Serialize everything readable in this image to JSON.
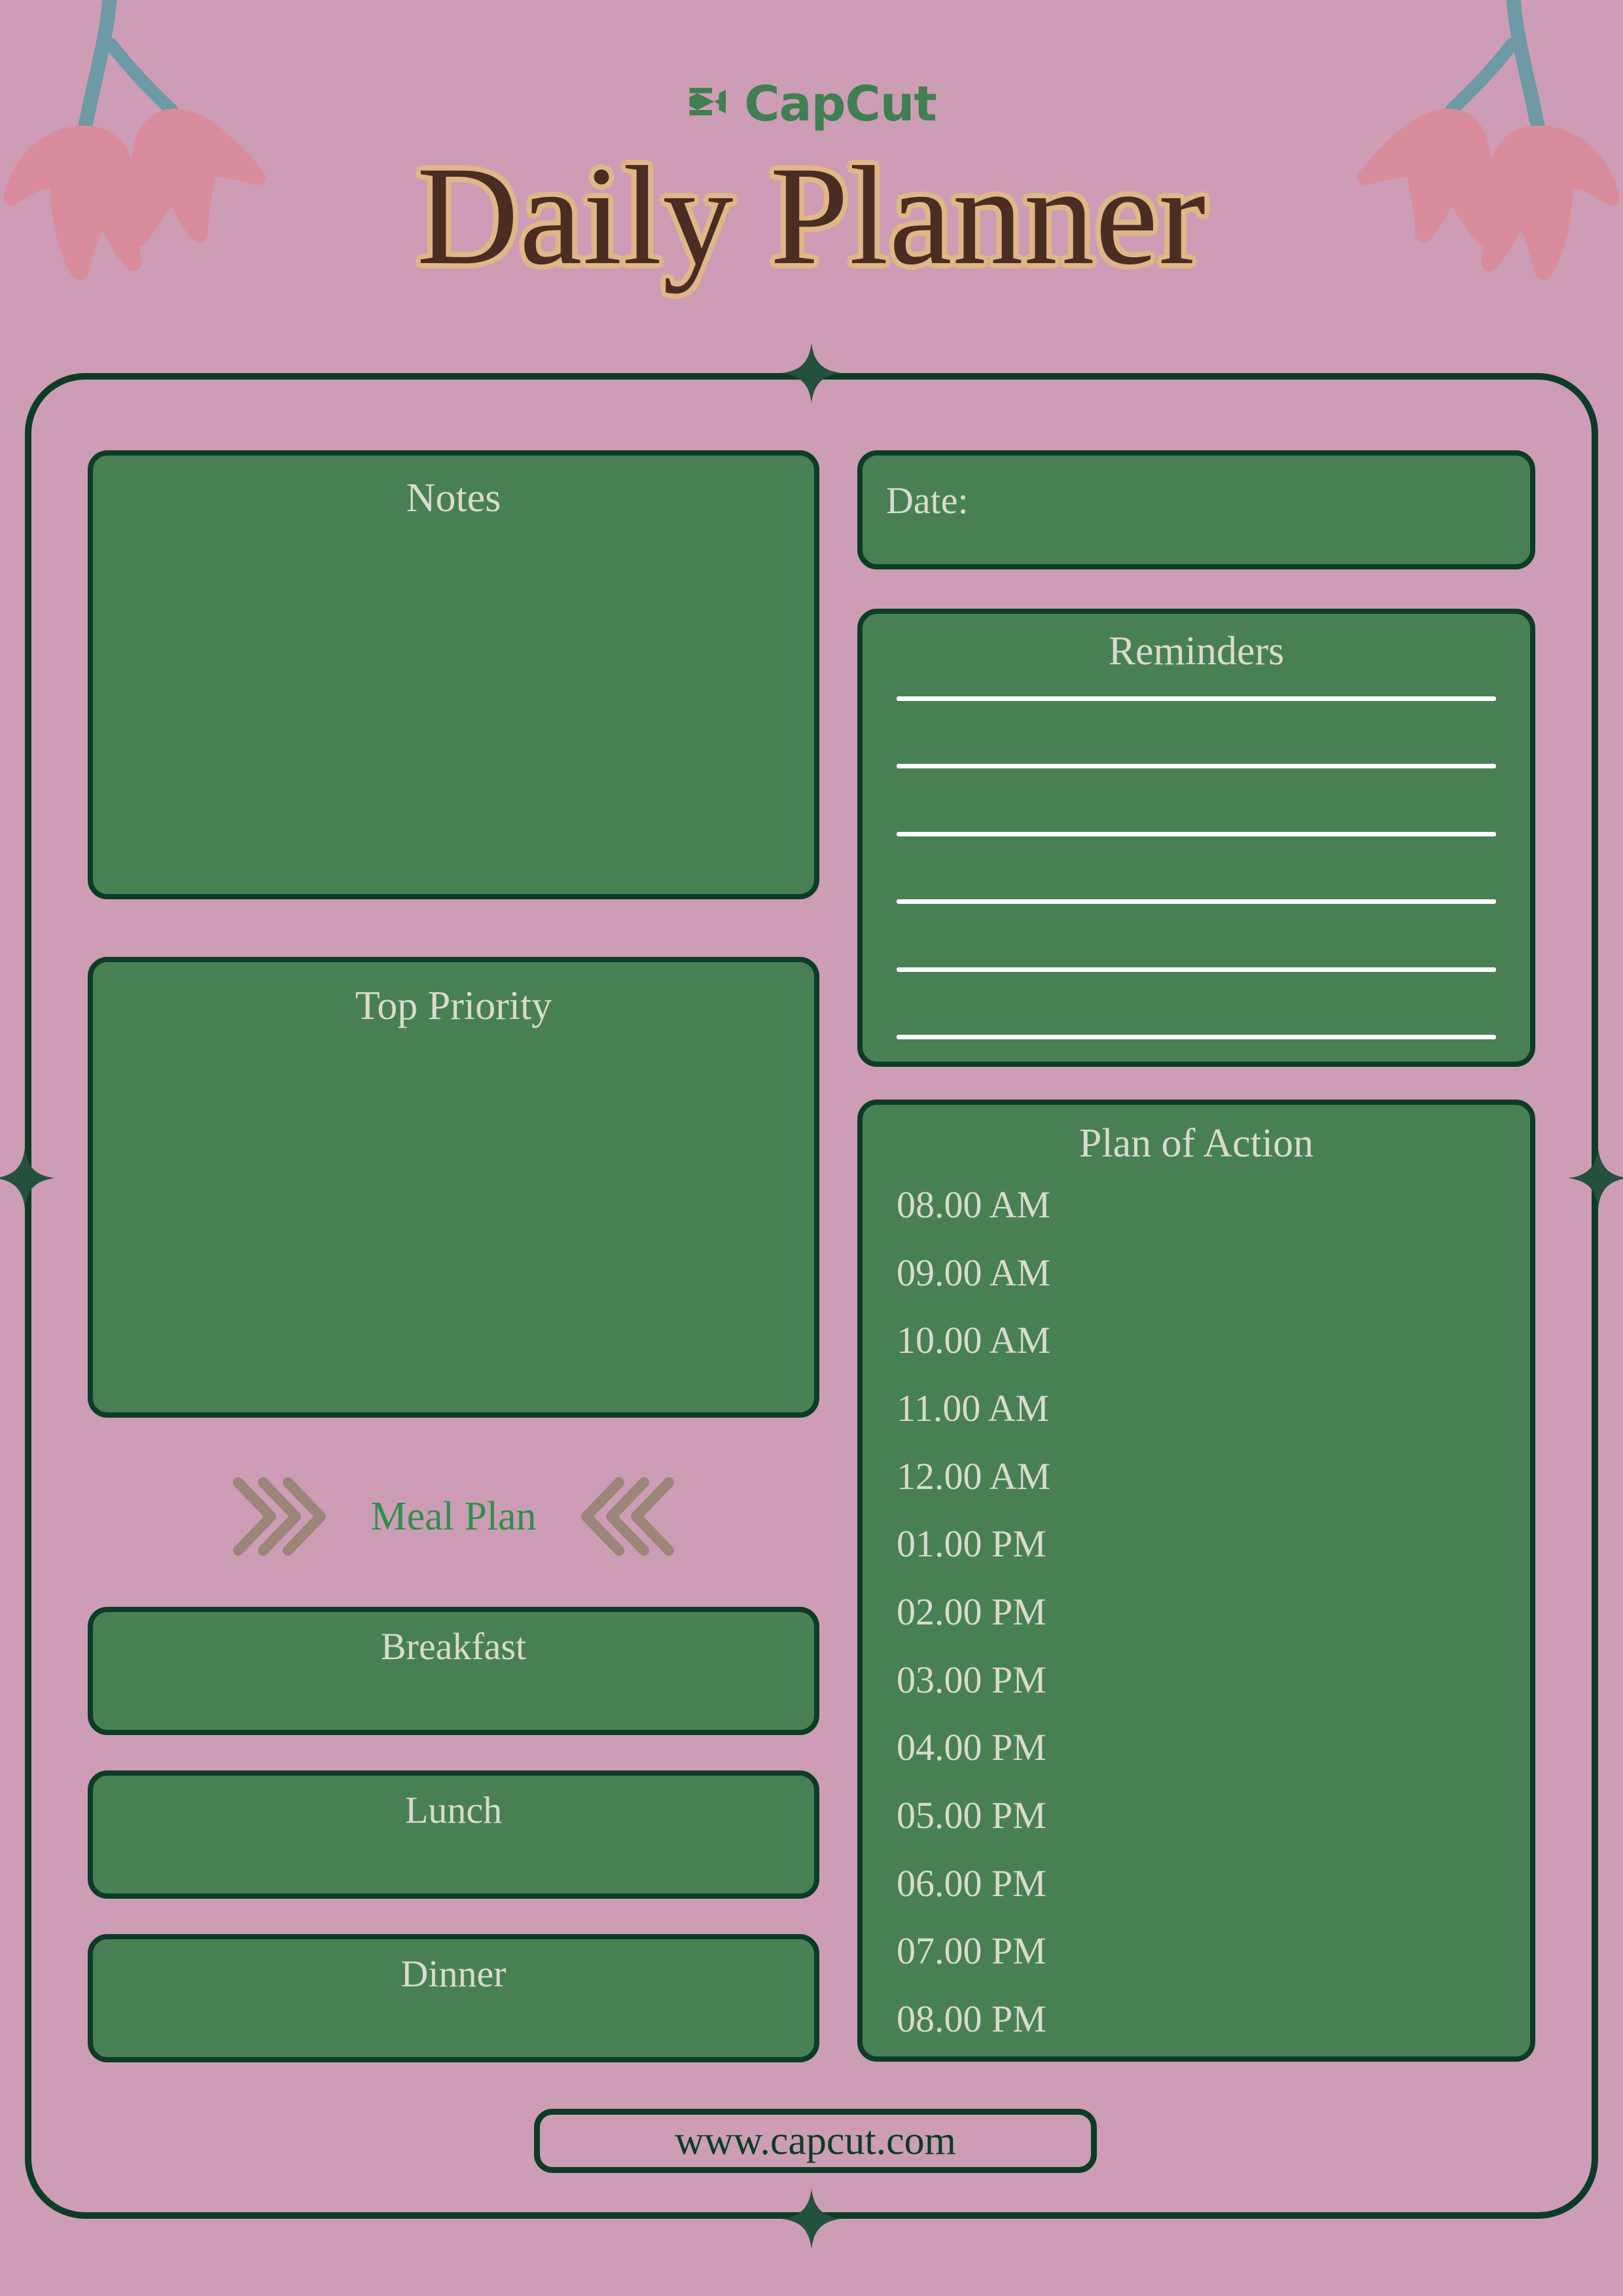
{
  "brand": {
    "logo_icon": "capcut-logo-icon",
    "name": "CapCut"
  },
  "header": {
    "title": "Daily Planner"
  },
  "decorations": {
    "flower_top_left": "tulip-flowers-icon",
    "flower_top_right": "tulip-flowers-icon",
    "sparkle_top": "sparkle-icon",
    "sparkle_bottom": "sparkle-icon",
    "sparkle_left": "sparkle-icon",
    "sparkle_right": "sparkle-icon",
    "chevron_left": "chevrons-right-icon",
    "chevron_right": "chevrons-left-icon"
  },
  "left_column": {
    "notes_label": "Notes",
    "priority_label": "Top Priority",
    "meal_plan_label": "Meal Plan",
    "meals": [
      {
        "label": "Breakfast"
      },
      {
        "label": "Lunch"
      },
      {
        "label": "Dinner"
      }
    ]
  },
  "right_column": {
    "date_label": "Date:",
    "reminders_label": "Reminders",
    "reminder_lines": 6,
    "plan_of_action_label": "Plan of Action",
    "plan_of_action_times": [
      "08.00 AM",
      "09.00 AM",
      "10.00 AM",
      "11.00 AM",
      "12.00 AM",
      "01.00 PM",
      "02.00 PM",
      "03.00 PM",
      "04.00 PM",
      "05.00 PM",
      "06.00 PM",
      "07.00 PM",
      "08.00 PM"
    ]
  },
  "footer": {
    "url": "www.capcut.com"
  },
  "colors": {
    "background_pink": "#cd9db5",
    "card_green": "#488054",
    "border_dark_green": "#0c3b26",
    "brand_green": "#3f7f52",
    "title_brown": "#4a2c22",
    "title_outline_tan": "#e0b787",
    "text_cream": "#d9dbcd",
    "meal_plan_green": "#2f8f4f",
    "chevron_taupe": "#9c8579",
    "flower_petal_pink": "#d98c9c",
    "flower_stem_teal": "#6e9aa6",
    "rule_white": "#ffffff"
  }
}
